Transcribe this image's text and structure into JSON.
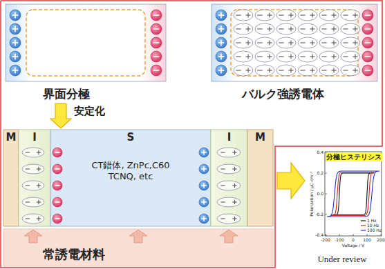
{
  "diagram": {
    "nodes": [
      {
        "text": [
          "界面分極"
        ]
      },
      {
        "text": [
          "バルク強誘電体"
        ]
      },
      {
        "text": [
          "常誘電材料"
        ]
      },
      {
        "text": [
          "M"
        ],
        "in": 2
      },
      {
        "text": [
          "I"
        ],
        "in": 2
      },
      {
        "text": [
          "S",
          "CT錯体, ZnPc,C60 TCNQ, etc"
        ],
        "in": 2
      },
      {
        "text": [
          "I"
        ],
        "in": 2
      },
      {
        "text": [
          "M"
        ],
        "in": 2
      },
      {
        "text": [
          "分極ヒステリシス"
        ]
      }
    ],
    "edges": [
      {
        "from": 0,
        "to": 2,
        "label": "安定化",
        "arrow": "to"
      },
      {
        "from": 2,
        "to": 8,
        "arrow": "to"
      }
    ],
    "labels": [
      "0.4",
      "0.2",
      "0.0",
      "-0.2",
      "-0.4",
      "Polarization / μC cm⁻²",
      "-200",
      "-100",
      "0",
      "100",
      "200",
      "Voltage / V",
      "Under review"
    ],
    "legend": [
      {
        "text": "1 Hz"
      },
      {
        "text": "10 Hz"
      },
      {
        "text": "100 Hz"
      }
    ]
  }
}
